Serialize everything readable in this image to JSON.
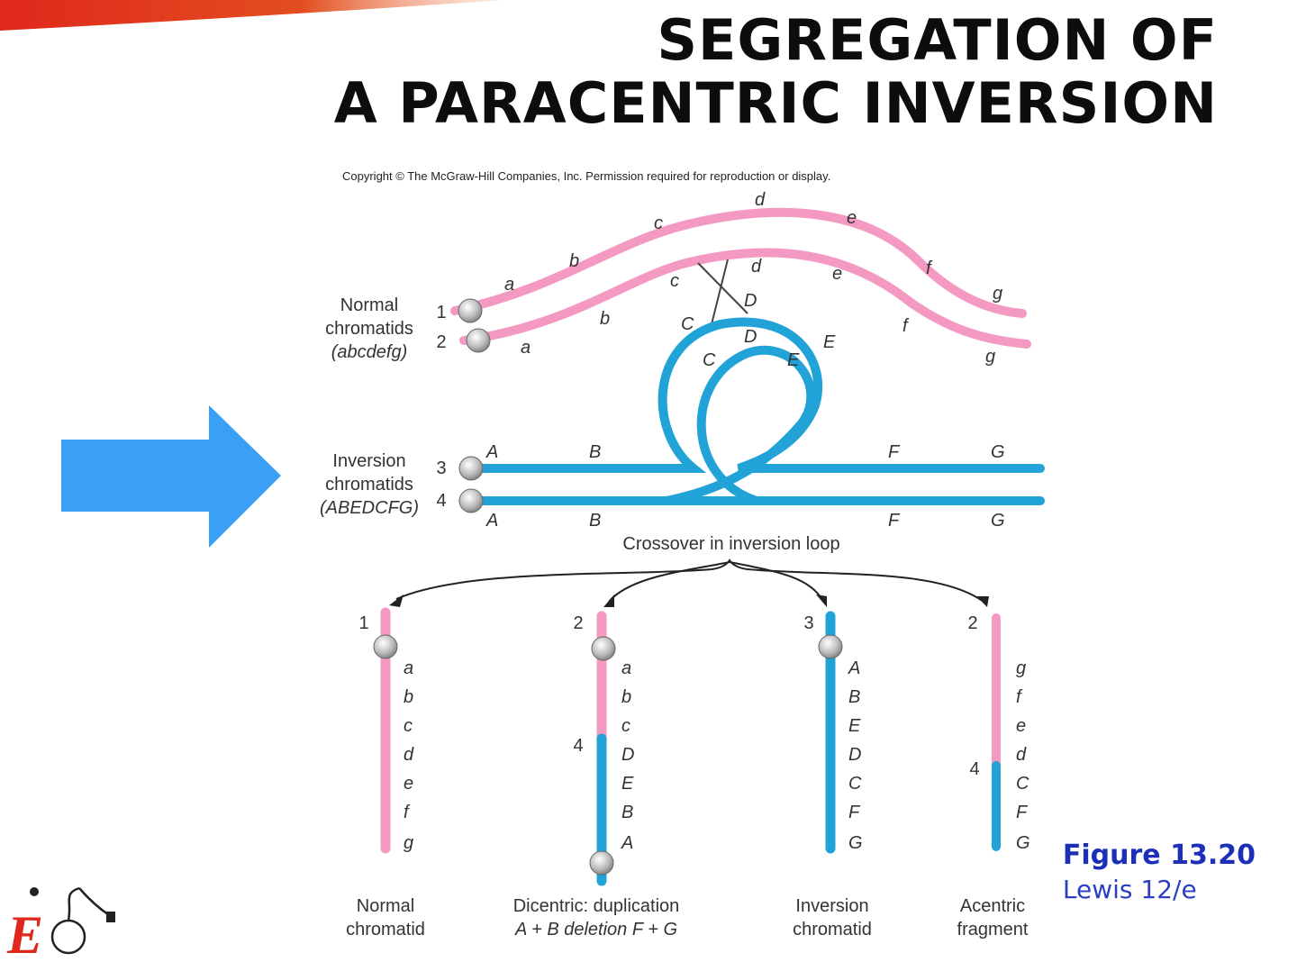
{
  "slide": {
    "title_line1": "SEGREGATION OF",
    "title_line2": "A PARACENTRIC INVERSION",
    "copyright": "Copyright © The McGraw-Hill Companies, Inc. Permission required for reproduction or display.",
    "figure_number": "Figure 13.20",
    "figure_source": "Lewis 12/e",
    "logo_letter": "E"
  },
  "diagram": {
    "normal_label": [
      "Normal",
      "chromatids",
      "(abcdefg)"
    ],
    "inversion_label": [
      "Inversion",
      "chromatids",
      "(ABEDCFG)"
    ],
    "chromatid_numbers": [
      "1",
      "2",
      "3",
      "4"
    ],
    "crossover_label": "Crossover in inversion loop",
    "normal_genes_top": [
      "a",
      "b",
      "c",
      "d",
      "e",
      "f",
      "g"
    ],
    "normal_genes_bottom": [
      "a",
      "b",
      "c",
      "d",
      "e",
      "f",
      "g"
    ],
    "inversion_genes_top": [
      "A",
      "B",
      "F",
      "G"
    ],
    "inversion_genes_bottom": [
      "A",
      "B",
      "F",
      "G"
    ],
    "loop_genes_outer": [
      "C",
      "D",
      "E"
    ],
    "loop_genes_inner": [
      "C",
      "D",
      "E"
    ],
    "crossover_letters": [
      "C",
      "D"
    ],
    "products": [
      {
        "number": "1",
        "genes": [
          "a",
          "b",
          "c",
          "d",
          "e",
          "f",
          "g"
        ],
        "caption": [
          "Normal",
          "chromatid"
        ]
      },
      {
        "number": "2",
        "junction_number": "4",
        "genes": [
          "a",
          "b",
          "c",
          "D",
          "E",
          "B",
          "A"
        ],
        "caption": [
          "Dicentric: duplication",
          "A + B deletion F + G"
        ]
      },
      {
        "number": "3",
        "genes": [
          "A",
          "B",
          "E",
          "D",
          "C",
          "F",
          "G"
        ],
        "caption": [
          "Inversion",
          "chromatid"
        ]
      },
      {
        "number": "2",
        "junction_number": "4",
        "genes": [
          "g",
          "f",
          "e",
          "d",
          "C",
          "F",
          "G"
        ],
        "caption": [
          "Acentric",
          "fragment"
        ]
      }
    ]
  },
  "colors": {
    "pink": "#f49ac2",
    "blue": "#22a3d8",
    "arrow": "#3aa0f5",
    "figure_text": "#1c2fb8"
  }
}
